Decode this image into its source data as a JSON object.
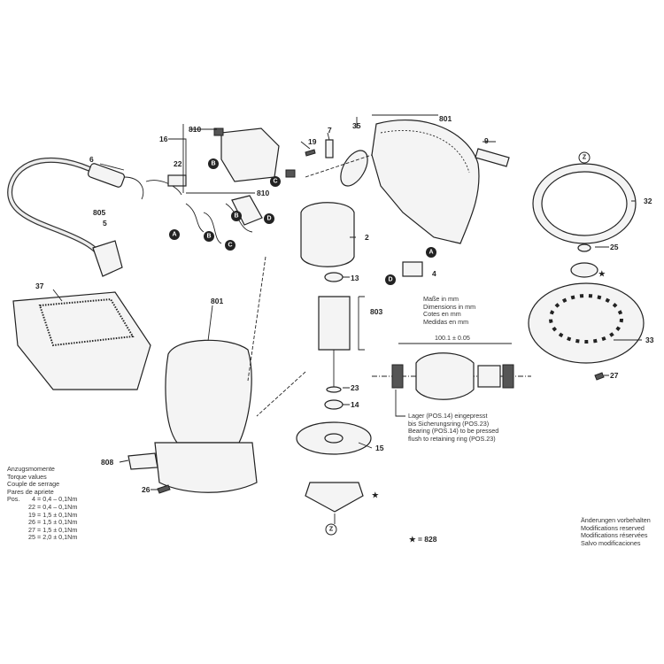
{
  "labels": {
    "p801_top": "801",
    "p35": "35",
    "p9": "9",
    "p810_top": "810",
    "p16": "16",
    "p19": "19",
    "p7": "7",
    "p6": "6",
    "p22": "22",
    "p805": "805",
    "p5": "5",
    "p810_low": "810",
    "p2": "2",
    "p13": "13",
    "p803": "803",
    "p23": "23",
    "p14": "14",
    "p15": "15",
    "p37": "37",
    "p801_low": "801",
    "p808": "808",
    "p26": "26",
    "p32": "32",
    "p25": "25",
    "p4": "4",
    "p33": "33",
    "p27": "27",
    "star_828": "★ = 828",
    "star": "★"
  },
  "connectors": [
    "A",
    "B",
    "C",
    "D",
    "Z"
  ],
  "dimensions": {
    "lines": [
      "Maße in mm",
      "Dimensions in mm",
      "Cotes en mm",
      "Medidas en mm"
    ],
    "length": "100.1 ± 0.05"
  },
  "bearing_note": [
    "Lager (POS.14) eingepresst",
    "bis Sicherungsring (POS.23)",
    "Bearing (POS.14) to be pressed",
    "flush to retaining ring (POS.23)"
  ],
  "torque": {
    "headings": [
      "Anzugsmomente",
      "Torque values",
      "Couple de serrage",
      "Pares de apriete"
    ],
    "prefix": "Pos.",
    "rows": [
      {
        "pos": "4",
        "value": "0,4 – 0,1Nm"
      },
      {
        "pos": "22",
        "value": "0,4 – 0,1Nm"
      },
      {
        "pos": "19",
        "value": "1,5 ± 0,1Nm"
      },
      {
        "pos": "26",
        "value": "1,5 ± 0,1Nm"
      },
      {
        "pos": "27",
        "value": "1,5 ± 0,1Nm"
      },
      {
        "pos": "25",
        "value": "2,0 ± 0,1Nm"
      }
    ]
  },
  "modifications": [
    "Änderungen vorbehalten",
    "Modifications reserved",
    "Modifications réservées",
    "Salvo modificaciones"
  ]
}
